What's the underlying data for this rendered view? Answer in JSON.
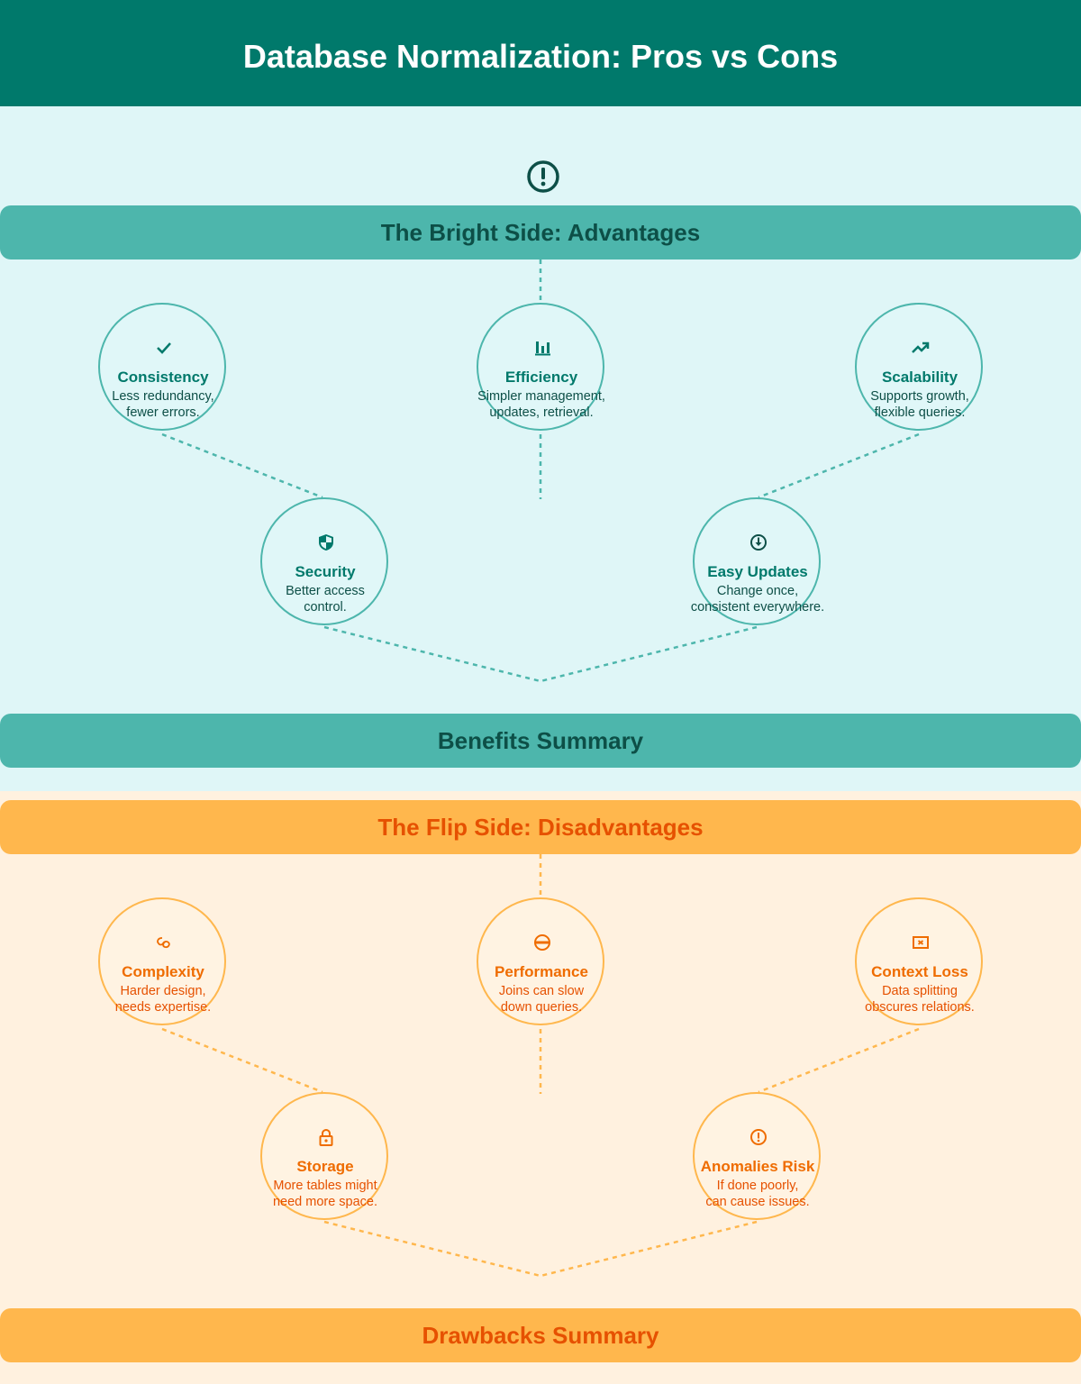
{
  "title": "Database Normalization: Pros vs Cons",
  "colors": {
    "header": "#00796b",
    "pros_bg": "#dff6f7",
    "pros_band": "#4db6ac",
    "pros_text": "#00796b",
    "cons_bg": "#fff1df",
    "cons_band": "#ffb74d",
    "cons_text": "#ef6c00"
  },
  "pros": {
    "heading": "The Bright Side: Advantages",
    "summary": "Benefits Summary",
    "items": [
      {
        "title": "Consistency",
        "desc": "Less redundancy,\nfewer errors.",
        "icon": "check-icon"
      },
      {
        "title": "Efficiency",
        "desc": "Simpler management,\nupdates, retrieval.",
        "icon": "bar-chart-icon"
      },
      {
        "title": "Scalability",
        "desc": "Supports growth,\nflexible queries.",
        "icon": "trending-up-icon"
      },
      {
        "title": "Security",
        "desc": "Better access\ncontrol.",
        "icon": "shield-icon"
      },
      {
        "title": "Easy Updates",
        "desc": "Change once,\nconsistent everywhere.",
        "icon": "update-icon"
      }
    ]
  },
  "cons": {
    "heading": "The Flip Side: Disadvantages",
    "summary": "Drawbacks Summary",
    "items": [
      {
        "title": "Complexity",
        "desc": "Harder design,\nneeds expertise.",
        "icon": "tangle-icon"
      },
      {
        "title": "Performance",
        "desc": "Joins can slow\ndown queries.",
        "icon": "no-entry-icon"
      },
      {
        "title": "Context Loss",
        "desc": "Data splitting\nobscures relations.",
        "icon": "broken-image-icon"
      },
      {
        "title": "Storage",
        "desc": "More tables might\nneed more space.",
        "icon": "lock-icon"
      },
      {
        "title": "Anomalies Risk",
        "desc": "If done poorly,\ncan cause issues.",
        "icon": "alert-icon"
      }
    ]
  }
}
